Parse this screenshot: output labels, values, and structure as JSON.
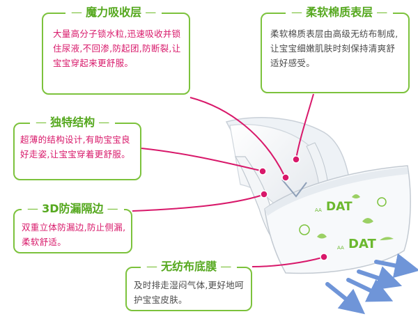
{
  "colors": {
    "box_border": "#7cc23c",
    "title_text": "#55a81e",
    "pointer": "#d8186a",
    "arrow": "#6f95d8"
  },
  "callouts": {
    "absorb": {
      "title": "魔力吸收层",
      "text": "大量高分子锁水粒,迅速吸收并锁住尿液,不回渗,防起团,防断裂,让宝宝穿起来更舒服。",
      "text_color": "#d8186a"
    },
    "surface": {
      "title": "柔软棉质表层",
      "text": "柔软棉质表层由高级无纺布制成,让宝宝细嫩肌肤时刻保持清爽舒适好感受。",
      "text_color": "#4a4a4a"
    },
    "structure": {
      "title": "独特结构",
      "text": "超薄的结构设计,有助宝宝良好走姿,让宝宝穿着更舒服。",
      "text_color": "#d8186a"
    },
    "leak": {
      "title": "3D防漏隔边",
      "text": "双重立体防漏边,防止侧漏,柔软舒适。",
      "text_color": "#d8186a"
    },
    "backsheet": {
      "title": "无纺布底膜",
      "text": "及时排走湿闷气体,更好地呵护宝宝皮肤。",
      "text_color": "#4a4a4a"
    }
  },
  "diaper": {
    "brand_mark": "DAT",
    "brand_prefix": "AA"
  }
}
